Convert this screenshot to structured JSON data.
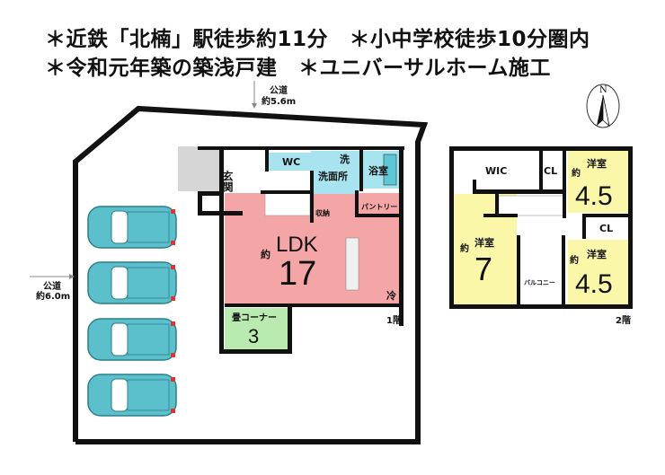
{
  "headlines": [
    "＊近鉄「北楠」駅徒歩約11分　＊小中学校徒歩10分圏内",
    "＊令和元年築の築浅戸建　＊ユニバーサルホーム施工"
  ],
  "roads": {
    "north": {
      "label": "公道",
      "width": "約5.6m"
    },
    "west": {
      "label": "公道",
      "width": "約6.0m"
    }
  },
  "compass": {
    "label": "N"
  },
  "parking": {
    "car_count": 4,
    "car_color": "#5bc0cc"
  },
  "floor1": {
    "label": "1階",
    "rooms": {
      "entrance": "玄関",
      "wc": "WC",
      "wash_mark": "洗",
      "washroom": "洗面所",
      "bath": "浴室",
      "pantry": "パントリー",
      "storage": "収納",
      "ldk_prefix": "約",
      "ldk_name": "LDK",
      "ldk_size": "17",
      "fridge": "冷",
      "tatami_name": "畳コーナー",
      "tatami_size": "3"
    }
  },
  "floor2": {
    "label": "2階",
    "rooms": {
      "wic": "WIC",
      "cl1": "CL",
      "cl2": "CL",
      "room_a_prefix": "約",
      "room_a_name": "洋室",
      "room_a_size": "4.5",
      "room_b_prefix": "約",
      "room_b_name": "洋室",
      "room_b_size": "4.5",
      "room_c_prefix": "約",
      "room_c_name": "洋室",
      "room_c_size": "7",
      "balcony": "バルコニー"
    }
  },
  "colors": {
    "ldk": "#f4a6a6",
    "tatami": "#b9eab0",
    "water": "#a8e4ef",
    "bedroom": "#fbf7a9",
    "porch": "#d6d6d6"
  }
}
